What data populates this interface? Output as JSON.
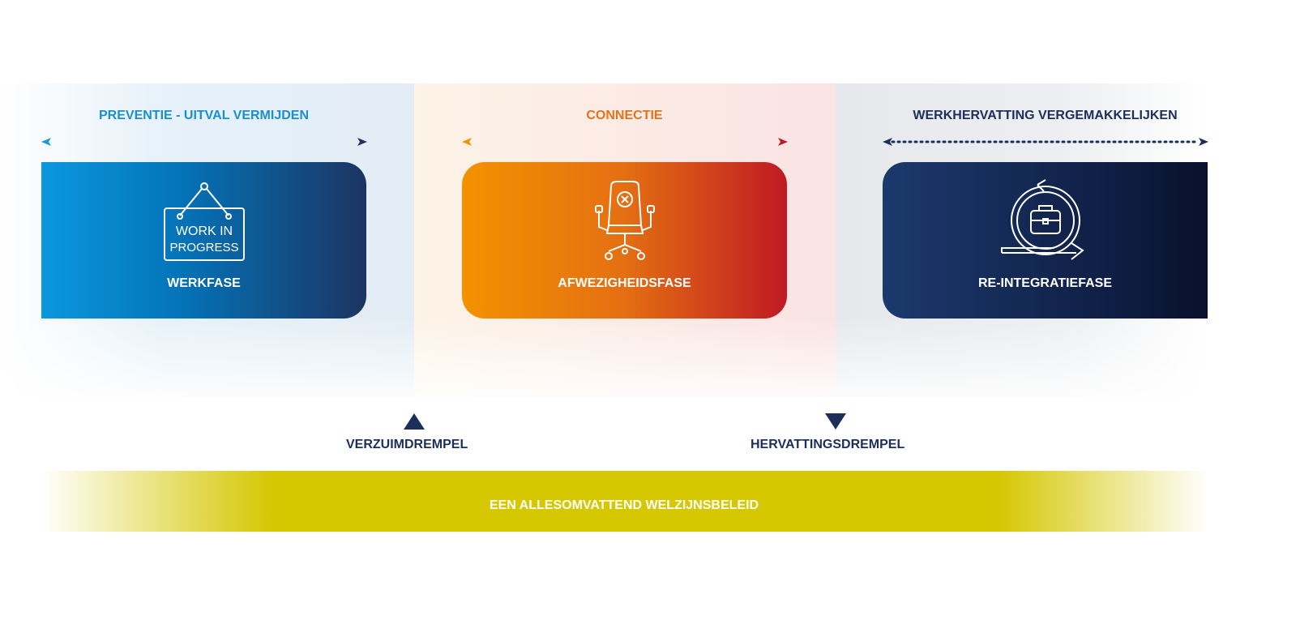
{
  "phases": [
    {
      "title": "PREVENTIE - UITVAL VERMIJDEN",
      "label": "WERKFASE",
      "icon_text_1": "WORK IN",
      "icon_text_2": "PROGRESS",
      "icon": "work-in-progress-sign-icon",
      "title_color": "#1a8fcf"
    },
    {
      "title": "CONNECTIE",
      "label": "AFWEZIGHEIDSFASE",
      "icon": "office-chair-x-icon",
      "title_color": "#e3731a"
    },
    {
      "title": "WERKHERVATTING VERGEMAKKELIJKEN",
      "label": "RE-INTEGRATIEFASE",
      "icon": "briefcase-cycle-icon",
      "title_color": "#1c2f5a"
    }
  ],
  "thresholds": [
    {
      "label": "VERZUIMDREMPEL",
      "direction": "up"
    },
    {
      "label": "HERVATTINGSDREMPEL",
      "direction": "down"
    }
  ],
  "band": {
    "label": "EEN ALLESOMVATTEND WELZIJNSBELEID",
    "color": "#d5c700"
  }
}
